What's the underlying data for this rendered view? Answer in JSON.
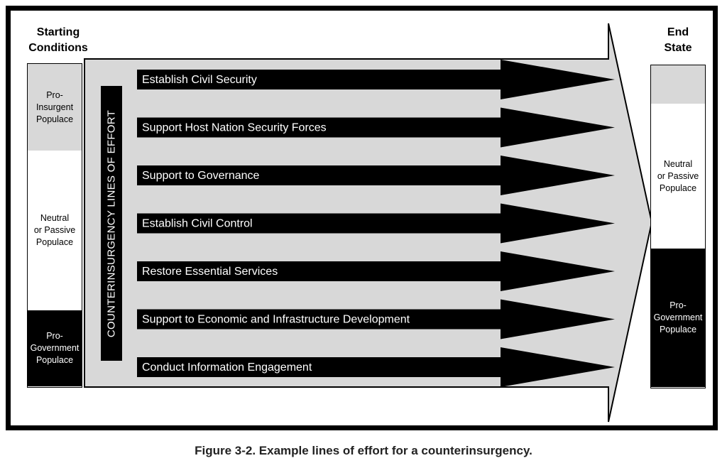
{
  "starting_conditions": {
    "title": "Starting\nConditions",
    "segments": [
      {
        "label": "Pro-\nInsurgent\nPopulace",
        "tone": "grey"
      },
      {
        "label": "Neutral\nor Passive\nPopulace",
        "tone": "white"
      },
      {
        "label": "Pro-\nGovernment\nPopulace",
        "tone": "black"
      }
    ]
  },
  "end_state": {
    "title": "End\nState",
    "segments": [
      {
        "label": "",
        "tone": "grey"
      },
      {
        "label": "Neutral\nor Passive\nPopulace",
        "tone": "white"
      },
      {
        "label": "Pro-\nGovernment\nPopulace",
        "tone": "black"
      }
    ]
  },
  "lines_of_effort_label": "COUNTERINSURGENCY LINES OF EFFORT",
  "lines_of_effort": [
    "Establish Civil Security",
    "Support Host Nation Security Forces",
    "Support to Governance",
    "Establish Civil Control",
    "Restore Essential Services",
    "Support to Economic and Infrastructure Development",
    "Conduct Information Engagement"
  ],
  "caption": "Figure 3-2. Example lines of effort for a counterinsurgency.",
  "colors": {
    "grey": "#d8d8d8",
    "black": "#000000",
    "white": "#ffffff"
  }
}
